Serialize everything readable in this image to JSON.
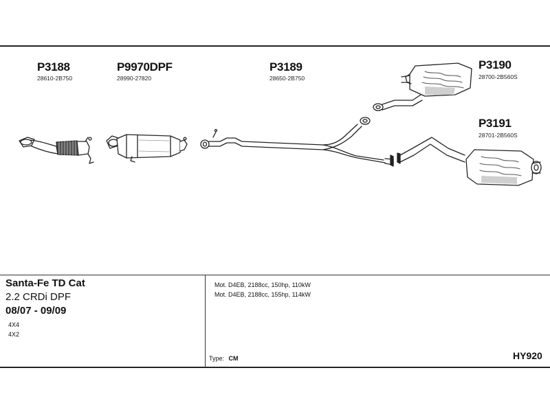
{
  "parts": [
    {
      "code": "P3188",
      "ref": "28610-2B750"
    },
    {
      "code": "P9970DPF",
      "ref": "28990-27820"
    },
    {
      "code": "P3189",
      "ref": "28650-2B750"
    },
    {
      "code": "P3190",
      "ref": "28700-2B560S"
    },
    {
      "code": "P3191",
      "ref": "28701-2B560S"
    }
  ],
  "vehicle": {
    "model": "Santa-Fe TD Cat",
    "engine": "2.2 CRDi DPF",
    "years": "08/07 - 09/09",
    "drive": [
      "4X4",
      "4X2"
    ]
  },
  "engines": [
    "Mot. D4EB, 2188cc, 150hp, 110kW",
    "Mot. D4EB, 2188cc, 155hp, 114kW"
  ],
  "type": {
    "label": "Type:",
    "value": "CM"
  },
  "diagram_code": "HY920",
  "colors": {
    "line": "#222222",
    "fill": "#ffffff",
    "shade": "#cfcfcf"
  }
}
